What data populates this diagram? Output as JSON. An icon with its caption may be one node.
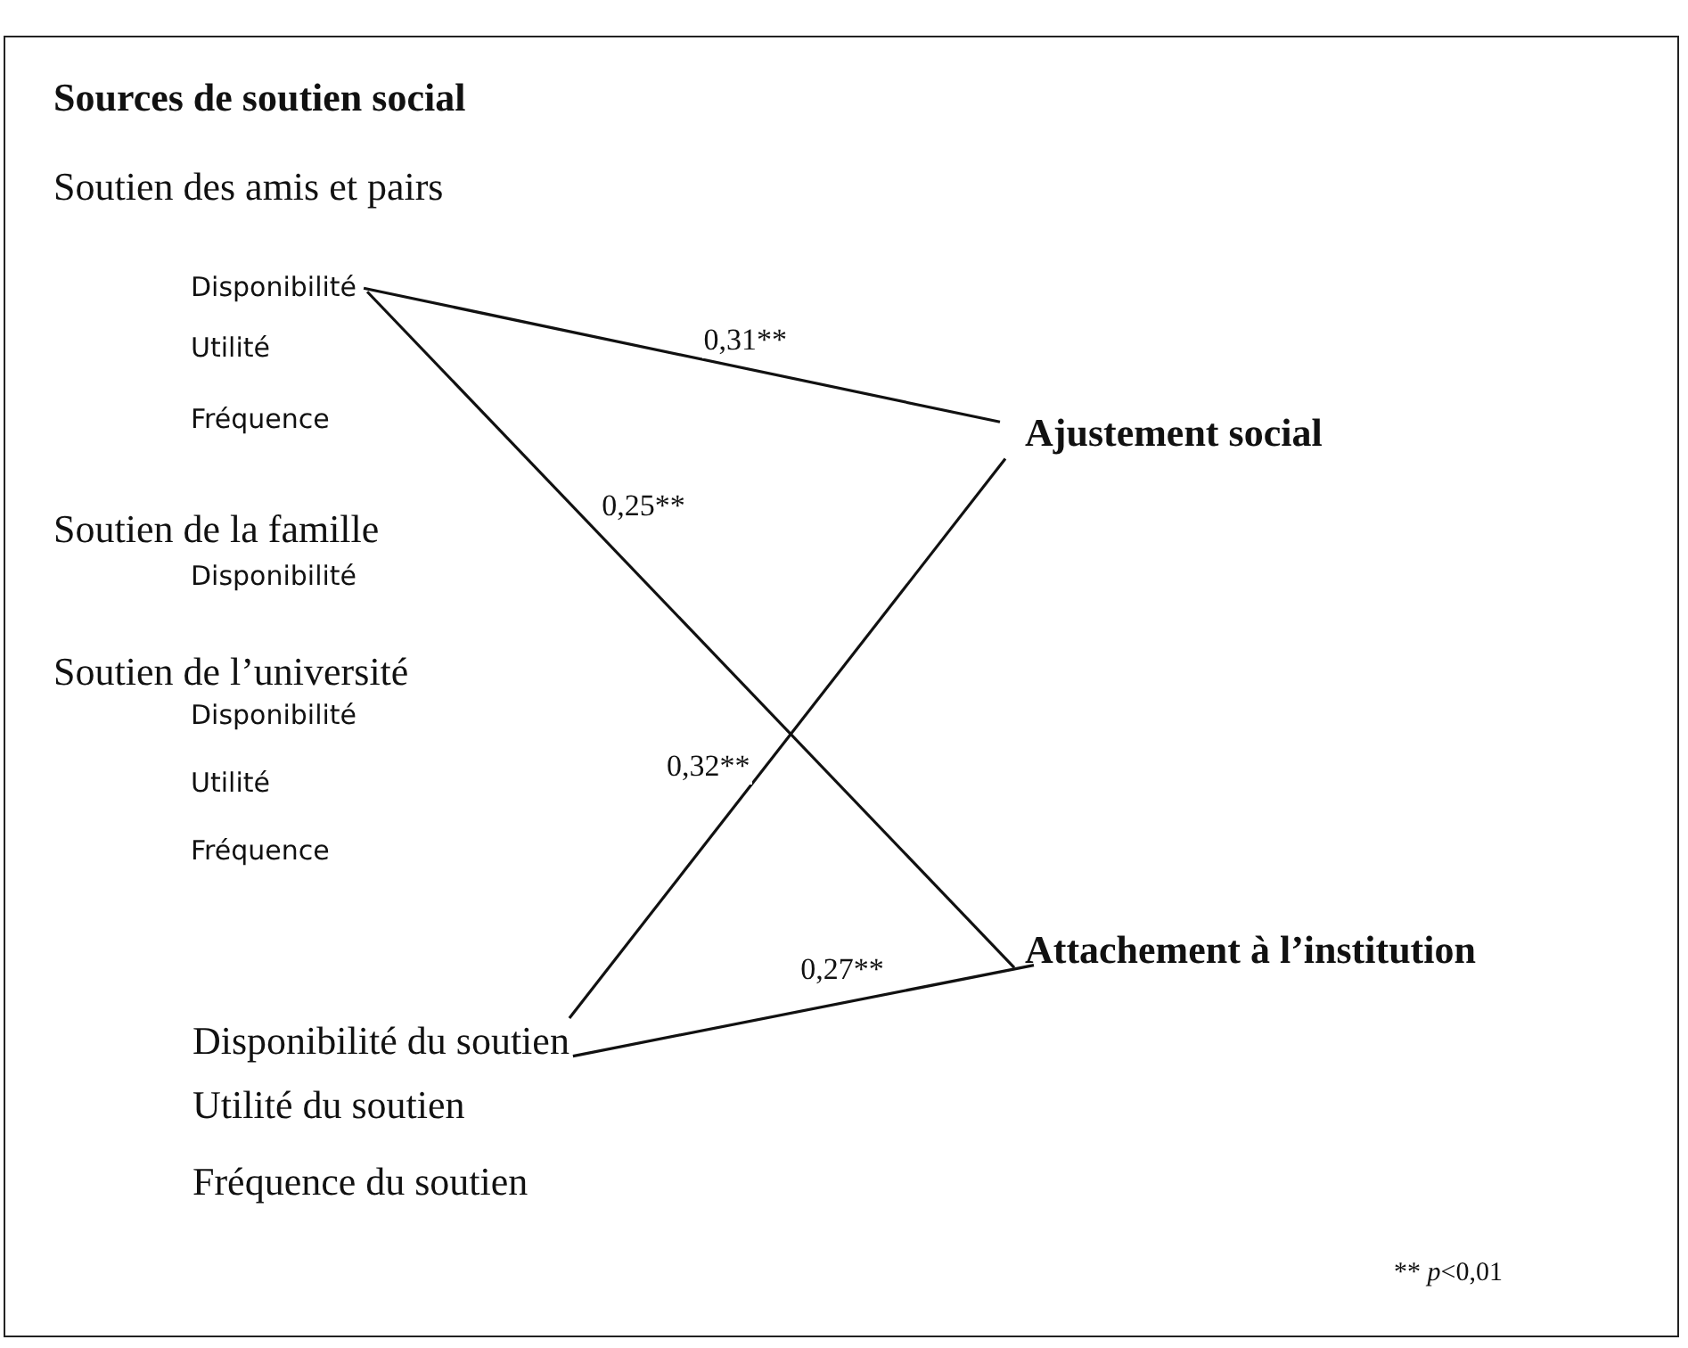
{
  "diagram": {
    "title": "Sources de soutien social",
    "nodes": [
      {
        "text": [
          "Disponibilité"
        ]
      },
      {
        "text": [
          "Ajustement social"
        ]
      },
      {
        "text": [
          "Attachement à l’institution"
        ]
      },
      {
        "text": [
          "Disponibilité du soutien"
        ]
      }
    ],
    "edges": [
      {
        "from": 0,
        "to": 1,
        "arrow": "none",
        "label": "0,31**"
      },
      {
        "from": 0,
        "to": 2,
        "arrow": "none",
        "label": "0,25**"
      },
      {
        "from": 3,
        "to": 1,
        "arrow": "none",
        "label": "0,32**"
      },
      {
        "from": 3,
        "to": 2,
        "arrow": "none",
        "label": "0,27**"
      }
    ],
    "labels": [
      "Soutien des amis et pairs",
      "Utilité",
      "Fréquence",
      "Soutien de la famille",
      "Disponibilité",
      "Soutien de l’université",
      "Disponibilité",
      "Utilité",
      "Fréquence",
      "Utilité du soutien",
      "Fréquence du soutien",
      "** *p*<0,01"
    ]
  }
}
